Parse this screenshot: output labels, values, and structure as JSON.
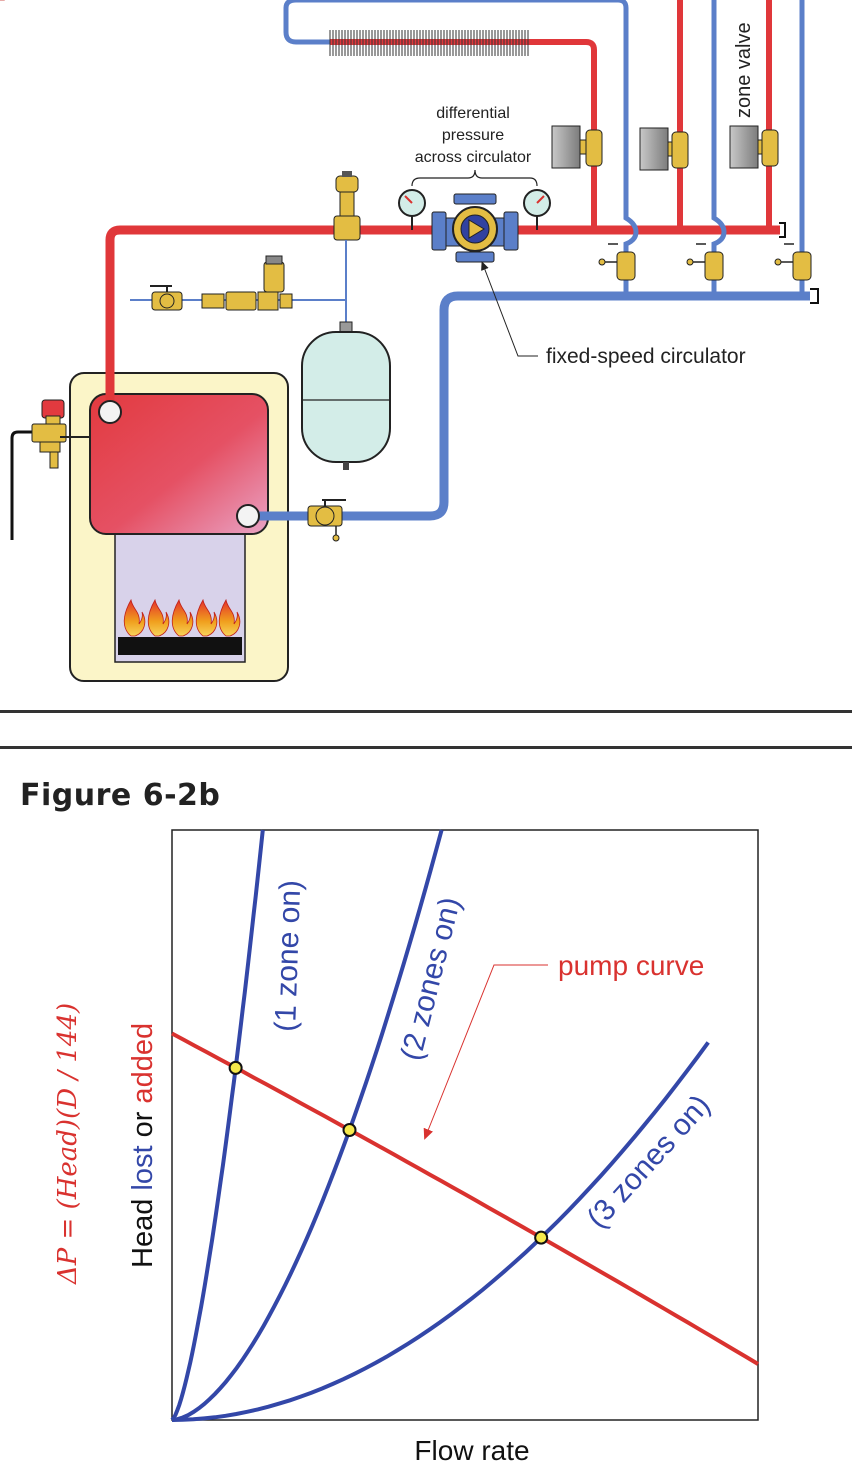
{
  "schematic": {
    "label_dp_line1": "differential",
    "label_dp_line2": "pressure",
    "label_dp_line3": "across circulator",
    "label_zone_valve": "zone valve",
    "label_circulator": "fixed-speed circulator",
    "colors": {
      "supply_pipe": "#e0373a",
      "return_pipe": "#5b7fc9",
      "boiler_jacket": "#fbf5c8",
      "heat_exchanger": "#e44a57",
      "combustion_chamber": "#d8d2ea",
      "expansion_tank": "#d3ede8",
      "brass": "#e3bd43"
    }
  },
  "figure": {
    "title": "Figure 6-2b",
    "xlabel": "Flow rate",
    "ylabel_head": "Head ",
    "ylabel_lost": "lost",
    "ylabel_or": " or ",
    "ylabel_added": "added",
    "formula": "ΔP = (Head)(D / 144)"
  },
  "chart_data": {
    "type": "line",
    "xlabel": "Flow rate",
    "ylabel": "Head lost or added",
    "grid": false,
    "series": [
      {
        "name": "(1 zone on)",
        "color": "#3347a8",
        "k": 1.0
      },
      {
        "name": "(2 zones on)",
        "color": "#3347a8",
        "k": 0.35
      },
      {
        "name": "(3 zones on)",
        "color": "#3347a8",
        "k": 0.1
      },
      {
        "name": "pump curve",
        "color": "#d9322f"
      }
    ],
    "annotations": [
      "pump curve"
    ],
    "operating_points": [
      "1 zone on",
      "2 zones on",
      "3 zones on"
    ]
  }
}
